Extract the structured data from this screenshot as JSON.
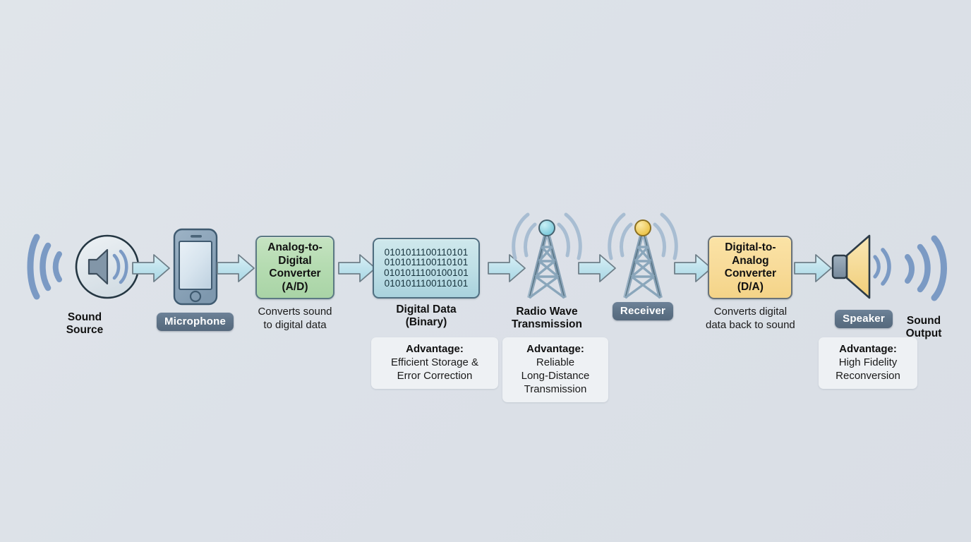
{
  "diagram": {
    "title": "Sound digitization and radio transmission pipeline",
    "background_color": "#dde2e8"
  },
  "colors": {
    "arrow_fill": "#bfe3ec",
    "arrow_stroke": "#6e7e88",
    "wave_blue": "#7b9ac4",
    "tower_blue": "#8aa6bb",
    "tower_top_transmit": "#8fd0df",
    "tower_top_receive": "#f3cf54",
    "adc_green": "#b6dcb2",
    "dac_yellow": "#f8dc9b",
    "data_teal": "#bfdfe6",
    "pill_slate": "#5d7286",
    "speaker_yellow": "#f5d98e",
    "phone_body": "#8ba4bb"
  },
  "steps": [
    {
      "id": "sound-source",
      "label": "Sound\nSource",
      "label_style": "bold"
    },
    {
      "id": "microphone",
      "label": "Microphone",
      "label_style": "pill"
    },
    {
      "id": "adc",
      "label": "Analog-to-\nDigital\nConverter\n(A/D)",
      "sublabel": "Converts sound\nto digital data",
      "label_style": "box"
    },
    {
      "id": "digital-data",
      "label": "Digital Data\n(Binary)",
      "label_style": "bold"
    },
    {
      "id": "radio-wave",
      "label": "Radio Wave\nTransmission",
      "label_style": "bold"
    },
    {
      "id": "receiver",
      "label": "Receiver",
      "label_style": "pill"
    },
    {
      "id": "dac",
      "label": "Digital-to-\nAnalog\nConverter\n(D/A)",
      "sublabel": "Converts digital\ndata back to sound",
      "label_style": "box"
    },
    {
      "id": "speaker",
      "label": "Speaker",
      "label_style": "pill"
    },
    {
      "id": "sound-output",
      "label": "Sound\nOutput",
      "label_style": "bold"
    }
  ],
  "binary_lines": [
    "0101011100110101",
    "0101011100110101",
    "0101011100100101",
    "0101011100110101"
  ],
  "advantages": [
    {
      "id": "adv-digital-data",
      "title": "Advantage:",
      "body": "Efficient Storage &\nError Correction"
    },
    {
      "id": "adv-radio-wave",
      "title": "Advantage:",
      "body": "Reliable\nLong-Distance\nTransmission"
    },
    {
      "id": "adv-speaker",
      "title": "Advantage:",
      "body": "High Fidelity\nReconversion"
    }
  ]
}
